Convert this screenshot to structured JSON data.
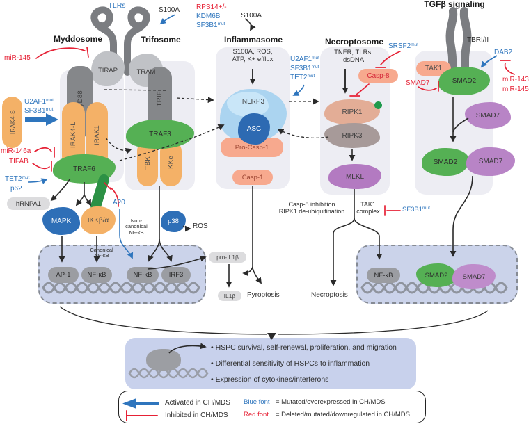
{
  "colors": {
    "accent_blue": "#2e75bd",
    "accent_red": "#e62135",
    "orange": "#f4b167",
    "green": "#55b054",
    "salmon": "#f7a98e",
    "purple": "#b884c6",
    "protein_gray": "#85878a",
    "panel_bg": "#ededf3",
    "nucleus_bg": "#cbd3ea",
    "outcome_bg": "#c8d1ec",
    "dark_green_chain": "#2c9145"
  },
  "labels": {
    "tlrs": "TLRs",
    "myddosome": "Myddosome",
    "trifosome": "Trifosome",
    "inflammasome": "Inflammasome",
    "necroptosome": "Necroptosome",
    "tgfb": "TGFβ signaling",
    "tbri": "TBRI/II",
    "s100a_left": "S100A",
    "s100a_mid": "S100A",
    "rps14": "RPS14+/-",
    "kdm6b": "KDM6B",
    "sf3b1_top": {
      "text": "SF3B1",
      "sup": "mut"
    },
    "stim_inf": "S100A, ROS,\nATP, K+ efflux",
    "u2af1_mid": {
      "text": "U2AF1",
      "sup": "mut"
    },
    "sf3b1_mid": {
      "text": "SF3B1",
      "sup": "mut"
    },
    "tet2_mid": {
      "text": "TET2",
      "sup": "mut"
    },
    "stim_nec": "TNFR, TLRs,\ndsDNA",
    "srsf2": {
      "text": "SRSF2",
      "sup": "mut"
    },
    "dab2": "DAB2",
    "mir143": "miR-143",
    "mir145_right": "miR-145",
    "mir145_left": "miR-145",
    "u2af1_left": {
      "text": "U2AF1",
      "sup": "mut"
    },
    "sf3b1_left": {
      "text": "SF3B1",
      "sup": "mut"
    },
    "irak4s": "IRAK4-S",
    "mir146a": "miR-146a",
    "tifab": "TIFAB",
    "tet2_left": {
      "text": "TET2",
      "sup": "mut"
    },
    "p62": "p62",
    "hrnpa1": "hRNPA1",
    "a20": "A20",
    "noncanonical": "Non-\ncanonical\nNF-κB",
    "canonical": "Canonical\nNF-κB",
    "ros": "ROS",
    "myd88": "MyD88",
    "tirap": "TIRAP",
    "tram": "TRAM",
    "trif": "TRIF",
    "irak4l": "IRAK4-L",
    "irak1": "IRAK1",
    "traf6": "TRAF6",
    "traf3": "TRAF3",
    "tbk": "TBK",
    "ikke": "IKKe",
    "mapk": "MAPK",
    "ikkba": "IKKβ/α",
    "p38": "p38",
    "nlrp3": "NLRP3",
    "asc": "ASC",
    "procasp1": "Pro-Casp-1",
    "casp1": "Casp-1",
    "casp8": "Casp-8",
    "ripk1": "RIPK1",
    "ripk3": "RIPK3",
    "mlkl": "MLKL",
    "casp8_inh": "Casp-8 inhibition\nRIPK1 de-ubiquitination",
    "tak1_complex": "TAK1\ncomplex",
    "sf3b1_tak": {
      "text": "SF3B1",
      "sup": "mut"
    },
    "tak1": "TAK1",
    "smad2": "SMAD2",
    "smad7_red": "SMAD7",
    "smad7_purple": "SMAD7",
    "smad2_c": "SMAD2",
    "smad7_c": "SMAD7",
    "ap1": "AP-1",
    "nfkb1": "NF-κB",
    "nfkb2": "NF-κB",
    "irf3": "IRF3",
    "proil1b": "pro-IL1β",
    "il1b": "IL1β",
    "pyroptosis": "Pyroptosis",
    "necroptosis": "Necroptosis",
    "nfkb_r": "NF-κB",
    "smad2_n": "SMAD2",
    "smad7_n": "SMAD7"
  },
  "outcomes": {
    "items": [
      "HSPC survival, self-renewal, proliferation, and migration",
      "Differential sensitivity of HSPCs to inflammation",
      "Expression of cytokines/interferons"
    ]
  },
  "legend": {
    "activated": "Activated in CH/MDS",
    "inhibited": "Inhibited in CH/MDS",
    "blue_font": "Blue font",
    "blue_desc": "= Mutated/overexpressed in CH/MDS",
    "red_font": "Red font",
    "red_desc": "= Deleted/mutated/downregulated in CH/MDS"
  }
}
